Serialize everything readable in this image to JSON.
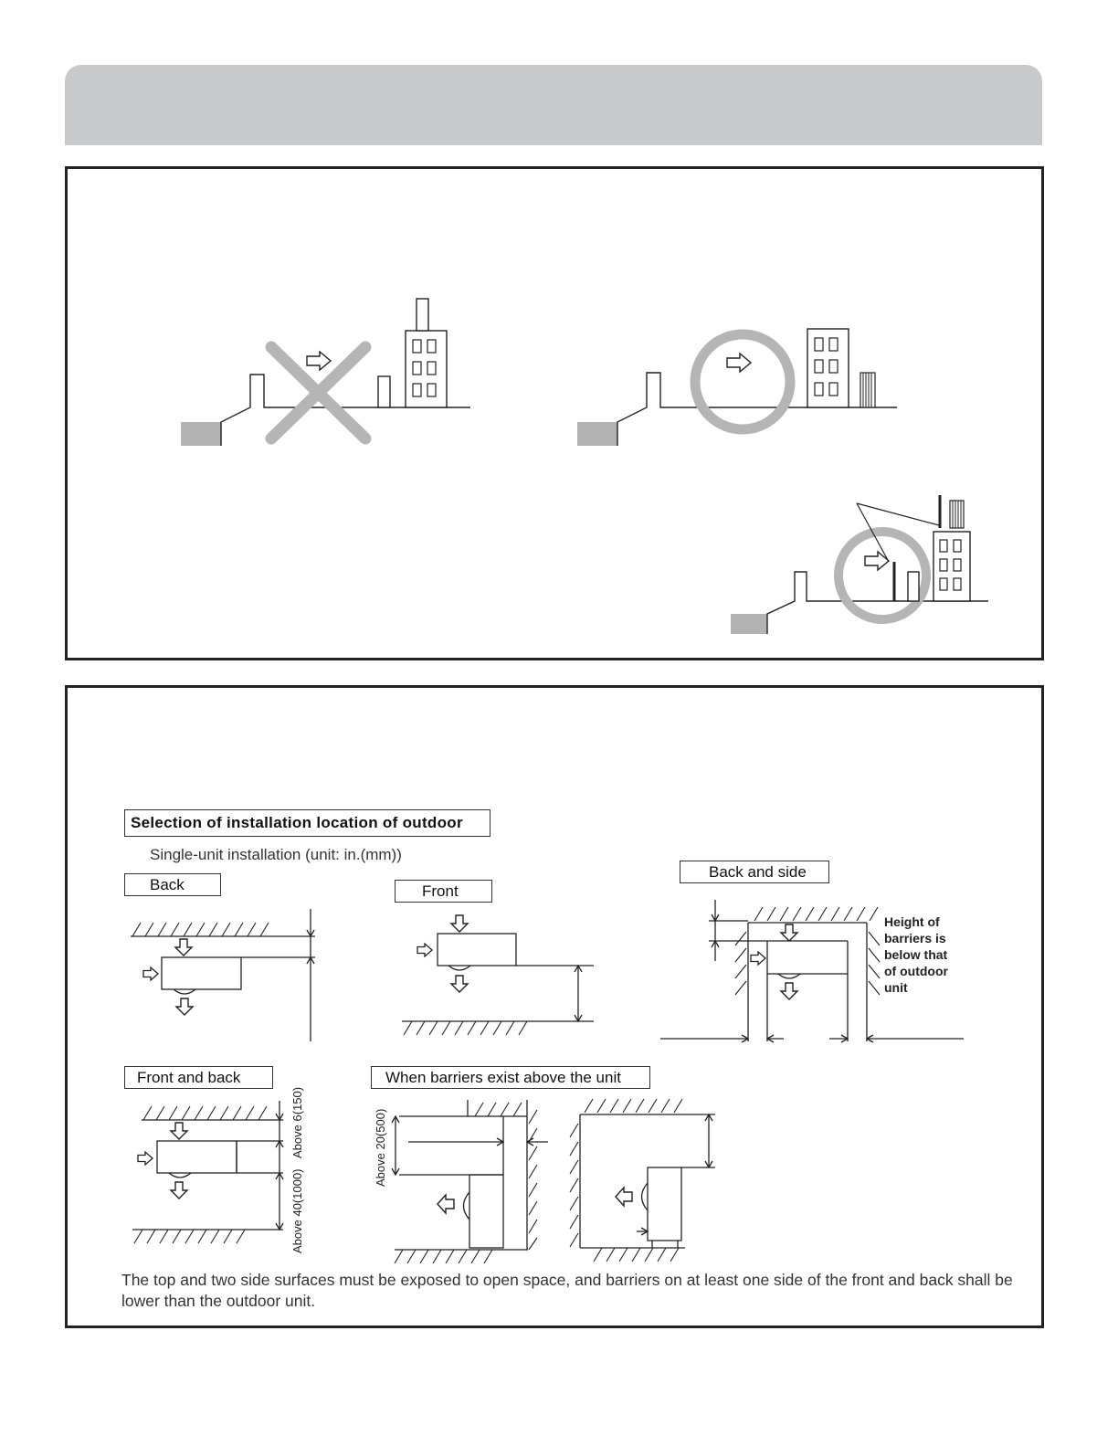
{
  "header": {
    "title": ""
  },
  "section_installation": {
    "title": "Selection of installation location of outdoor",
    "subtitle": "Single-unit installation (unit: in.(mm))",
    "diagrams": {
      "back": "Back",
      "front": "Front",
      "back_and_side": "Back and side",
      "front_and_back": "Front and back",
      "barriers_above": "When barriers exist above the unit"
    },
    "notes": {
      "barrier_height": [
        "Height of",
        "barriers is",
        "below that",
        "of outdoor",
        "unit"
      ]
    },
    "dimensions": {
      "above_6": "Above 6(150)",
      "above_40": "Above 40(1000)",
      "above_20": "Above 20(500)"
    },
    "footnote": "The top and two side surfaces must be exposed to open space, and barriers on at least one side of the front and back shall be lower than the outdoor unit."
  },
  "colors": {
    "band": "#c8c9ca",
    "symbol_gray": "#b5b5b5",
    "line": "#222222"
  }
}
